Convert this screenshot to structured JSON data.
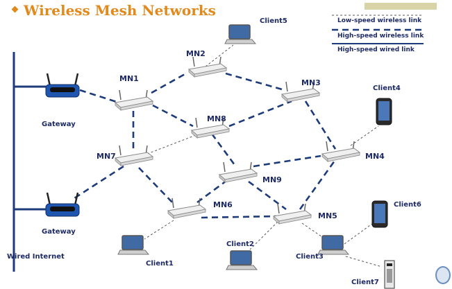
{
  "header": {
    "title": "Wireless Mesh Networks"
  },
  "legend": {
    "low_speed": "Low-speed wireless link",
    "high_speed_wireless": "High-speed wireless link",
    "high_speed_wired": "High-speed wired link"
  },
  "labels": {
    "mn1": "MN1",
    "mn2": "MN2",
    "mn3": "MN3",
    "mn4": "MN4",
    "mn5": "MN5",
    "mn6": "MN6",
    "mn7": "MN7",
    "mn8": "MN8",
    "mn9": "MN9",
    "gateway_top": "Gateway",
    "gateway_bottom": "Gateway",
    "client1": "Client1",
    "client2": "Client2",
    "client3": "Client3",
    "client4": "Client4",
    "client5": "Client5",
    "client6": "Client6",
    "client7": "Client7",
    "wired_internet": "Wired Internet"
  },
  "colors": {
    "title": "#e08a1e",
    "link": "#1d3a7a",
    "label": "#1d2a66",
    "router": "#e6e6e6",
    "gateway_blue": "#1f56b0"
  },
  "icons": {
    "router": "wireless-router-icon",
    "gateway": "gateway-router-icon",
    "laptop": "laptop-icon",
    "phone": "smartphone-icon",
    "tower": "desktop-tower-icon"
  }
}
